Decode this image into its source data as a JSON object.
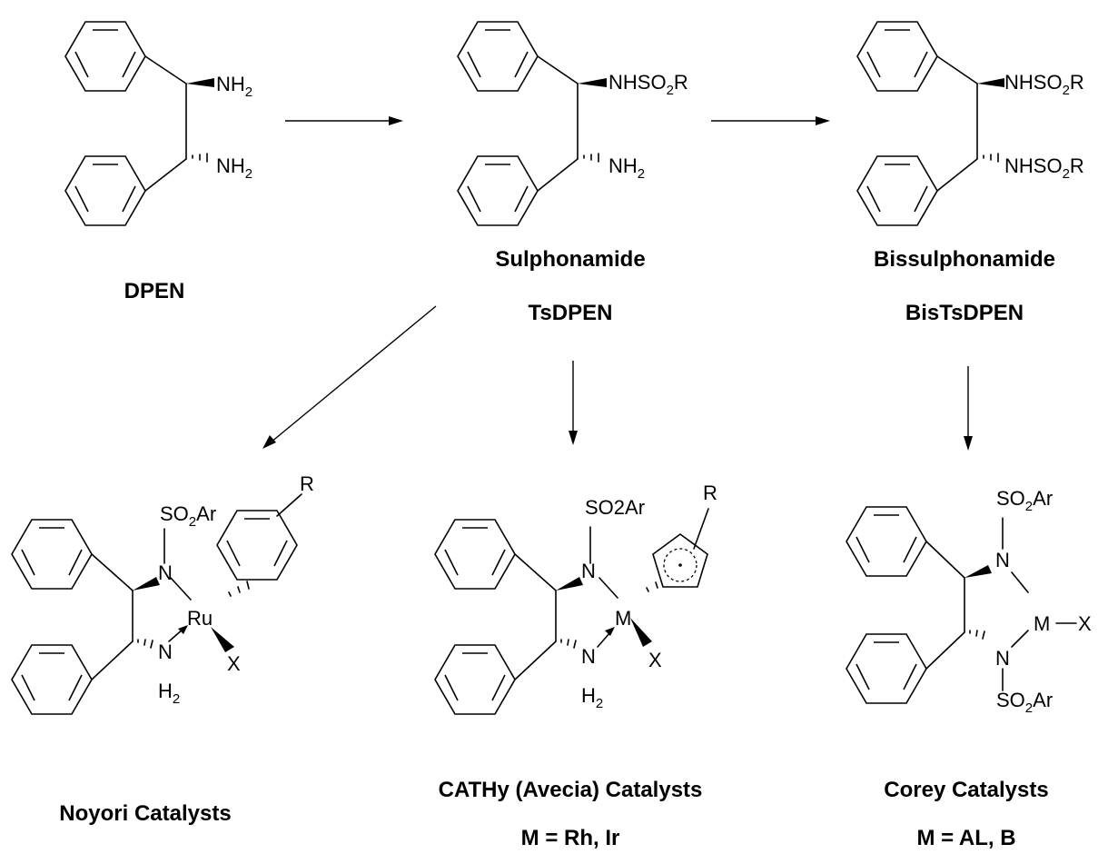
{
  "compounds": {
    "dpen": {
      "name": "DPEN",
      "upper_group": "NH",
      "upper_sub": "2",
      "lower_group": "NH",
      "lower_sub": "2"
    },
    "sulphonamide": {
      "name": "Sulphonamide",
      "abbr": "TsDPEN",
      "upper_group_a": "NHSO",
      "upper_sub": "2",
      "upper_group_b": "R",
      "lower_group": "NH",
      "lower_sub": "2"
    },
    "bissulphonamide": {
      "name": "Bissulphonamide",
      "abbr": "BisTsDPEN",
      "upper_group_a": "NHSO",
      "upper_sub": "2",
      "upper_group_b": "R",
      "lower_group_a": "NHSO",
      "lower_sub": "2",
      "lower_group_b": "R"
    }
  },
  "catalysts": {
    "noyori": {
      "name": "Noyori Catalysts",
      "so2ar_a": "SO",
      "so2ar_sub": "2",
      "so2ar_b": "Ar",
      "n_upper": "N",
      "metal": "Ru",
      "n_lower": "N",
      "h2_a": "H",
      "h2_sub": "2",
      "x": "X",
      "r": "R"
    },
    "cathy": {
      "name": "CATHy (Avecia) Catalysts",
      "metals": "M = Rh, Ir",
      "so2ar": "SO2Ar",
      "n_upper": "N",
      "metal": "M",
      "n_lower": "N",
      "h2_a": "H",
      "h2_sub": "2",
      "x": "X",
      "r": "R"
    },
    "corey": {
      "name": "Corey Catalysts",
      "metals": "M = AL, B",
      "top_a": "SO",
      "top_sub": "2",
      "top_b": "Ar",
      "bottom_a": "SO",
      "bottom_sub": "2",
      "bottom_b": "Ar",
      "n_upper": "N",
      "n_lower": "N",
      "metal": "M",
      "x": "X"
    }
  }
}
